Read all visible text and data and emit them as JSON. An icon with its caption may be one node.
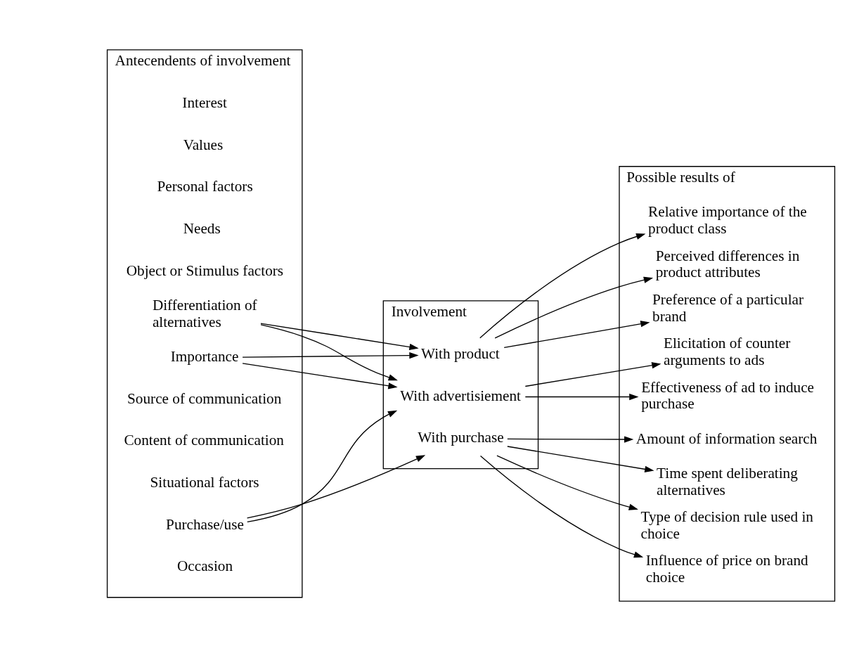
{
  "diagram": {
    "nodes": [
      {
        "text": [
          "Antecendents of involvement"
        ]
      },
      {
        "text": [
          "Personal factors"
        ],
        "in": 0
      },
      {
        "text": [
          "Needs"
        ],
        "in": 0
      },
      {
        "text": [
          "Importance"
        ],
        "in": 0
      },
      {
        "text": [
          "Interest"
        ],
        "in": 0
      },
      {
        "text": [
          "Values"
        ],
        "in": 0
      },
      {
        "text": [
          "Object or Stimulus factors"
        ],
        "in": 0
      },
      {
        "text": [
          "Differentiation of alternatives"
        ],
        "in": 0
      },
      {
        "text": [
          "Source of communication"
        ],
        "in": 0
      },
      {
        "text": [
          "Content of communication"
        ],
        "in": 0
      },
      {
        "text": [
          "Situational factors"
        ],
        "in": 0
      },
      {
        "text": [
          "Purchase/use"
        ],
        "in": 0
      },
      {
        "text": [
          "Occasion"
        ],
        "in": 0
      },
      {
        "text": [
          "Involvement"
        ]
      },
      {
        "text": [
          "With advertisiement"
        ],
        "in": 13
      },
      {
        "text": [
          "With product"
        ],
        "in": 13
      },
      {
        "text": [
          "With purchase"
        ],
        "in": 13
      },
      {
        "text": [
          "Possible results of"
        ]
      },
      {
        "text": [
          "Elicitation of counter arguments to ads"
        ],
        "in": 17
      },
      {
        "text": [
          "Effectiveness of ad to induce purchase"
        ],
        "in": 17
      },
      {
        "text": [
          "Relative importance of the product class"
        ],
        "in": 17
      },
      {
        "text": [
          "Perceived differences in product attributes"
        ],
        "in": 17
      },
      {
        "text": [
          "Preference of a particular brand"
        ],
        "in": 17
      },
      {
        "text": [
          "Influence of price on brand choice"
        ],
        "in": 17
      },
      {
        "text": [
          "Amount of information search"
        ],
        "in": 17
      },
      {
        "text": [
          "Time spent deliberating alternatives"
        ],
        "in": 17
      },
      {
        "text": [
          "Type of decision rule used in choice"
        ],
        "in": 17
      }
    ],
    "edges": [
      {
        "from": 3,
        "to": 14,
        "arrow": "to"
      },
      {
        "from": 3,
        "to": 15,
        "arrow": "to"
      },
      {
        "from": 7,
        "to": 14,
        "arrow": "to"
      },
      {
        "from": 7,
        "to": 15,
        "arrow": "to"
      },
      {
        "from": 11,
        "to": 14,
        "arrow": "to"
      },
      {
        "from": 11,
        "to": 16,
        "arrow": "to"
      },
      {
        "from": 14,
        "to": 18,
        "arrow": "to"
      },
      {
        "from": 14,
        "to": 19,
        "arrow": "to"
      },
      {
        "from": 15,
        "to": 20,
        "arrow": "to"
      },
      {
        "from": 15,
        "to": 21,
        "arrow": "to"
      },
      {
        "from": 15,
        "to": 22,
        "arrow": "to"
      },
      {
        "from": 16,
        "to": 23,
        "arrow": "to"
      },
      {
        "from": 16,
        "to": 24,
        "arrow": "to"
      },
      {
        "from": 16,
        "to": 25,
        "arrow": "to"
      },
      {
        "from": 16,
        "to": 26,
        "arrow": "to"
      }
    ]
  }
}
